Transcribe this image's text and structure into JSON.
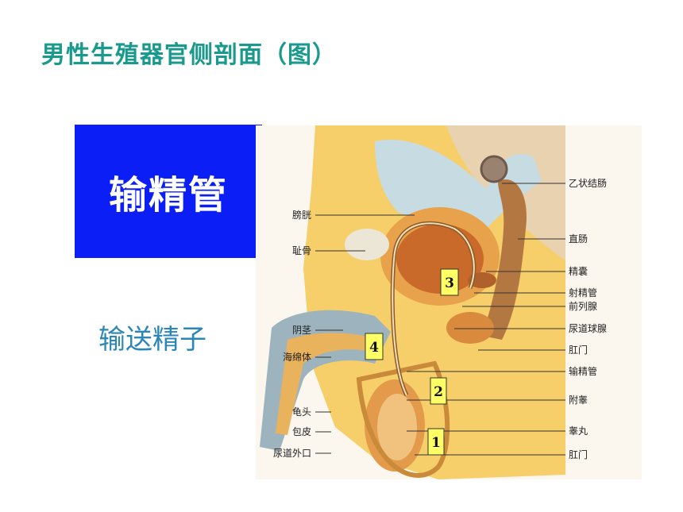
{
  "slide": {
    "title": "男性生殖器官侧剖面（图）",
    "term": "输精管",
    "function": "输送精子"
  },
  "diagram": {
    "left_labels": [
      "膀胱",
      "耻骨",
      "阴茎",
      "海绵体",
      "龟头",
      "包皮",
      "尿道外口"
    ],
    "right_labels": [
      "乙状结肠",
      "直肠",
      "精囊",
      "射精管",
      "前列腺",
      "尿道球腺",
      "肛门",
      "输精管",
      "附睾",
      "睾丸",
      "肛门"
    ],
    "numbers": [
      "1",
      "2",
      "3",
      "4"
    ]
  },
  "colors": {
    "title": "#1a9a8c",
    "term_bg": "#0b1ef5",
    "function_text": "#2a86b8",
    "number_box": "#ffff66"
  }
}
